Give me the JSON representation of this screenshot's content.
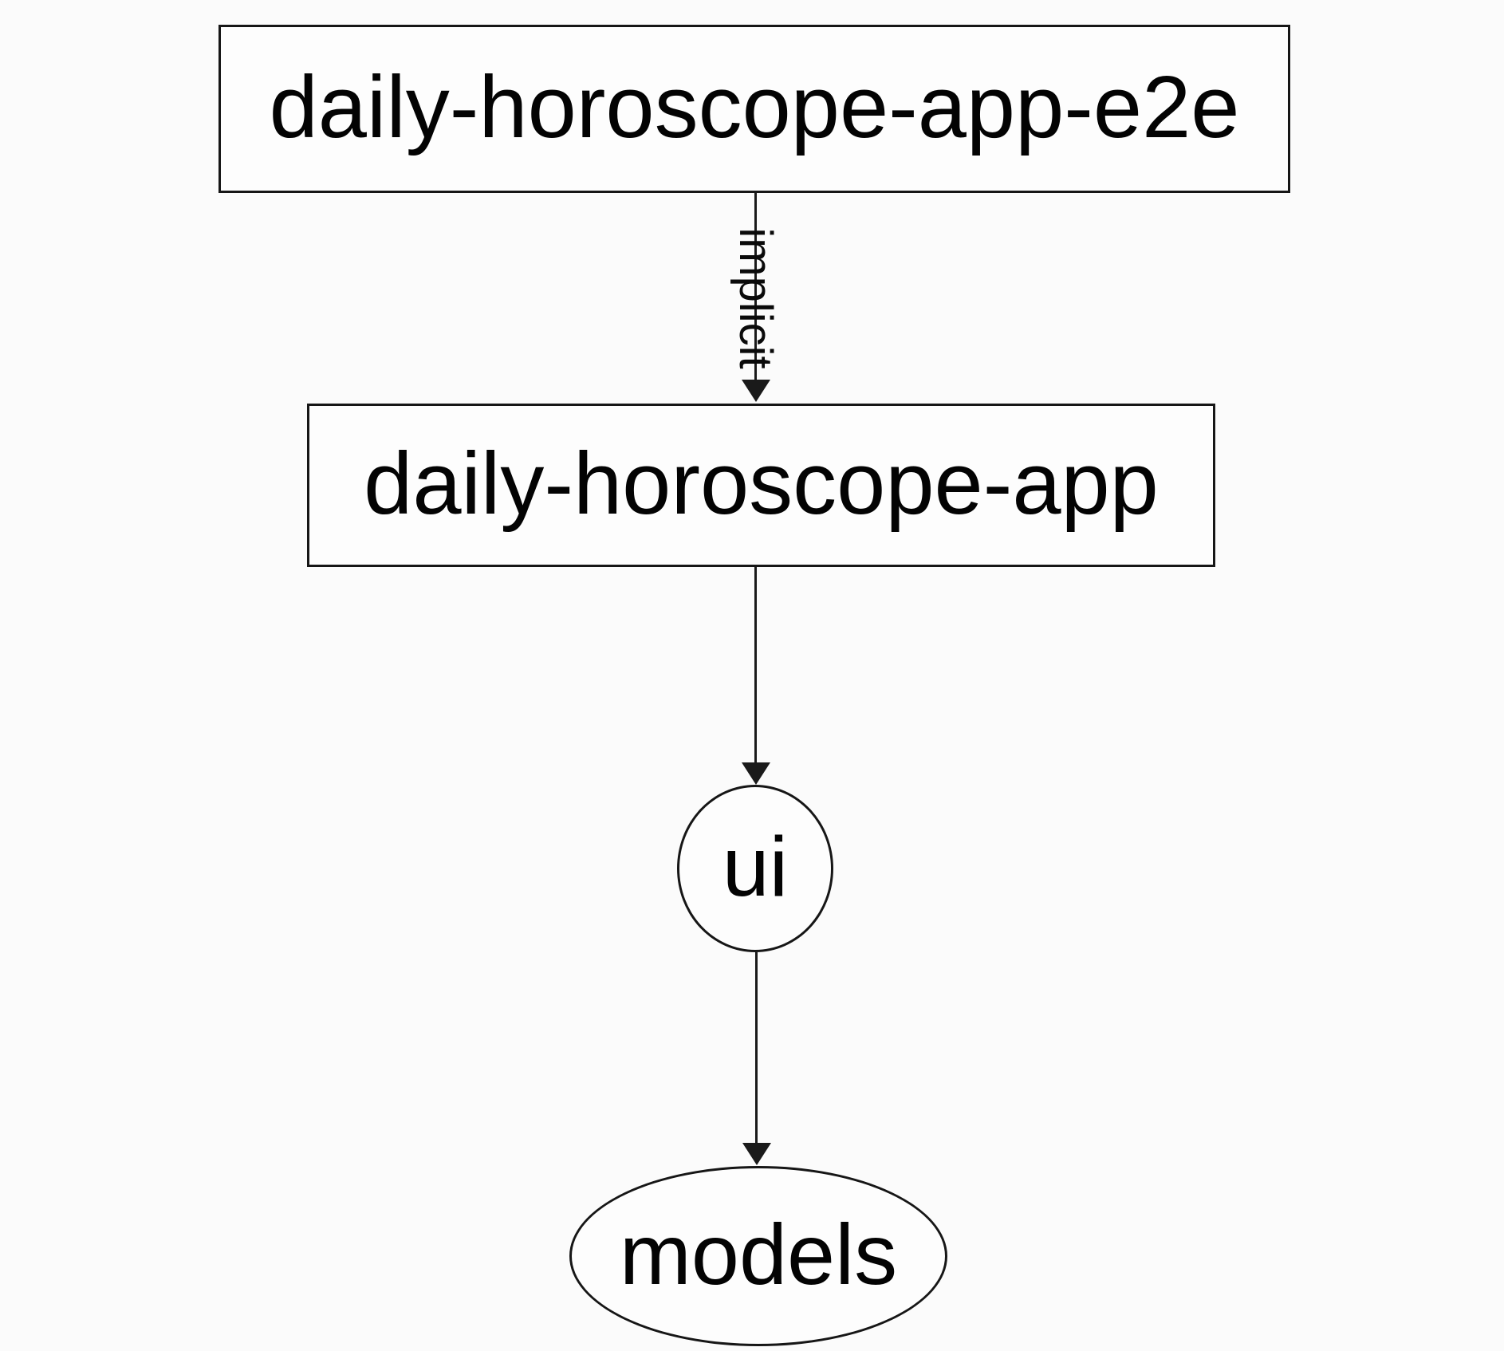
{
  "diagram": {
    "type": "dependency-graph",
    "background_color": "#fbfbfb",
    "stroke_color": "#1a1a1a",
    "text_color": "#030303",
    "node_fill_color": "#fdfdfd",
    "nodes": [
      {
        "id": "daily-horoscope-app-e2e",
        "label": "daily-horoscope-app-e2e",
        "shape": "rectangle"
      },
      {
        "id": "daily-horoscope-app",
        "label": "daily-horoscope-app",
        "shape": "rectangle"
      },
      {
        "id": "ui",
        "label": "ui",
        "shape": "ellipse"
      },
      {
        "id": "models",
        "label": "models",
        "shape": "ellipse"
      }
    ],
    "edges": [
      {
        "from": "daily-horoscope-app-e2e",
        "to": "daily-horoscope-app",
        "label": "implicit",
        "label_rotation_deg": 90,
        "arrowhead": "down"
      },
      {
        "from": "daily-horoscope-app",
        "to": "ui",
        "label": "",
        "arrowhead": "down"
      },
      {
        "from": "ui",
        "to": "models",
        "label": "",
        "arrowhead": "down"
      }
    ]
  }
}
